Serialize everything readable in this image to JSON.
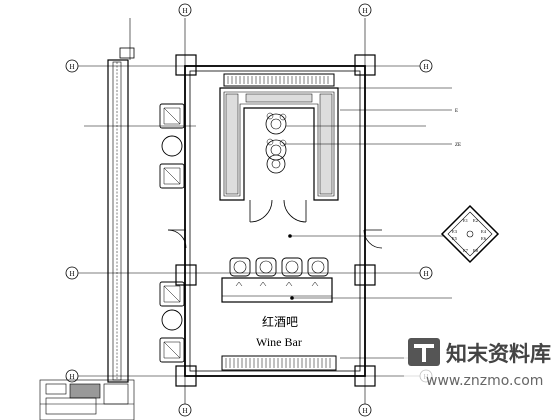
{
  "room": {
    "name_cn": "红酒吧",
    "name_en": "Wine Bar"
  },
  "grid_axes": [
    {
      "id": "h-top-1",
      "label": "H"
    },
    {
      "id": "h-top-2",
      "label": "H"
    },
    {
      "id": "h-left-1",
      "label": "H"
    },
    {
      "id": "h-left-2",
      "label": "H"
    },
    {
      "id": "h-left-3",
      "label": "H"
    },
    {
      "id": "h-right-1",
      "label": "H"
    },
    {
      "id": "h-right-2",
      "label": "H"
    },
    {
      "id": "h-right-3",
      "label": "H"
    },
    {
      "id": "h-bottom-1",
      "label": "H"
    },
    {
      "id": "h-bottom-2",
      "label": "H"
    }
  ],
  "leader_tags": {
    "tag1": "E",
    "tag2": "ZE"
  },
  "compass": {
    "cells": [
      "E1",
      "E2",
      "E3",
      "E4",
      "E5",
      "E6",
      "E7",
      "E8"
    ]
  },
  "watermark": {
    "brand_cn": "知末资料库",
    "url": "www.znzmo.com"
  }
}
